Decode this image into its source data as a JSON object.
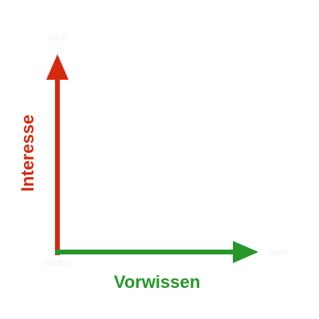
{
  "diagram": {
    "y_axis": {
      "label": "Interesse",
      "color": "#d42a10",
      "top_label": "hoch"
    },
    "x_axis": {
      "label": "Vorwissen",
      "color": "#27972a",
      "end_label": "hoch"
    },
    "origin_label": "niedrig",
    "faint_label_color": "#f2f2f2",
    "background": "#ffffff"
  }
}
